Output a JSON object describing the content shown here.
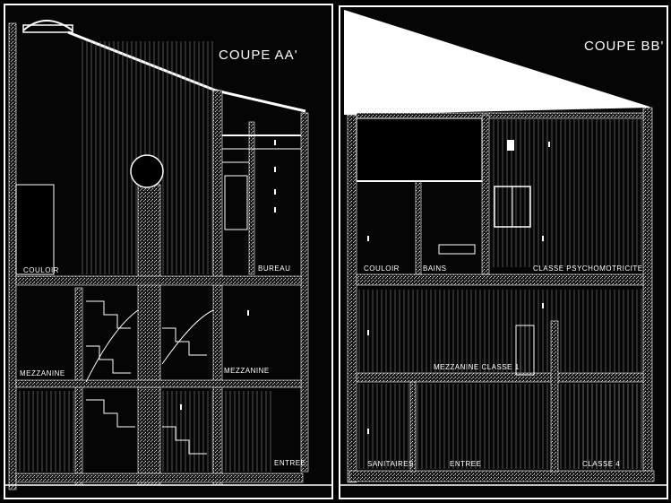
{
  "section_aa": {
    "title": "COUPE AA'",
    "rooms": {
      "couloir": "COULOIR",
      "bureau": "BUREAU",
      "mezzanine_left": "MEZZANINE",
      "mezzanine_right": "MEZZANINE",
      "entree": "ENTREE"
    }
  },
  "section_bb": {
    "title": "COUPE BB'",
    "rooms": {
      "couloir": "COULOIR",
      "bains": "BAINS",
      "classe_psychomotricite": "CLASSE PSYCHOMOTRICITE",
      "mezzanine_classe": "MEZZANINE CLASSE 1",
      "sanitaires": "SANITAIRES",
      "entree": "ENTREE",
      "classe": "CLASSE 4"
    }
  }
}
